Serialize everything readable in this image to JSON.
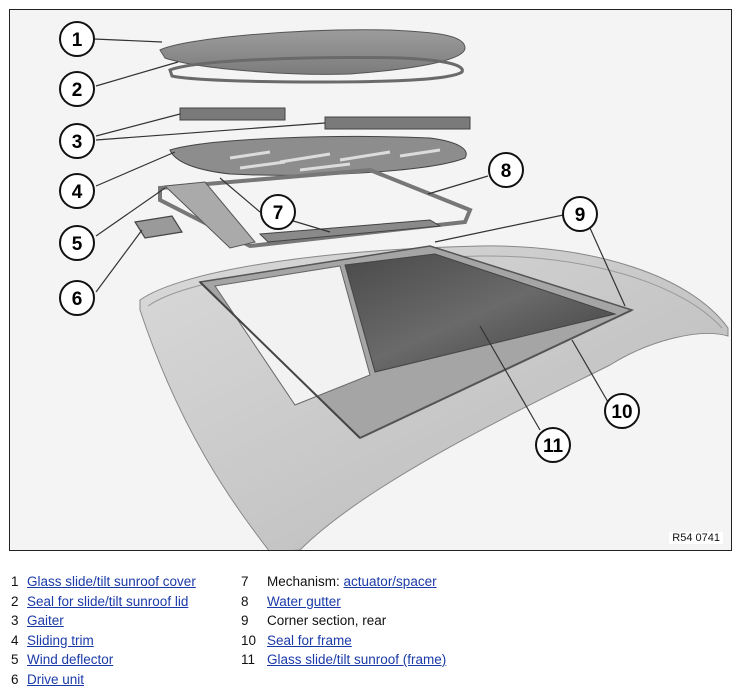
{
  "figure": {
    "ref_code": "R54 0741",
    "callouts": [
      "1",
      "2",
      "3",
      "4",
      "5",
      "6",
      "7",
      "8",
      "9",
      "10",
      "11"
    ]
  },
  "legend": {
    "left": [
      {
        "num": "1",
        "text": "Glass slide/tilt sunroof cover",
        "link": true
      },
      {
        "num": "2",
        "text": "Seal for slide/tilt sunroof lid",
        "link": true
      },
      {
        "num": "3",
        "text": "Gaiter",
        "link": true
      },
      {
        "num": "4",
        "text": "Sliding trim",
        "link": true
      },
      {
        "num": "5",
        "text": "Wind deflector",
        "link": true
      },
      {
        "num": "6",
        "text": "Drive unit",
        "link": true
      }
    ],
    "right": [
      {
        "num": "7",
        "prefix": "Mechanism: ",
        "text": "actuator/spacer",
        "link": true
      },
      {
        "num": "8",
        "text": "Water gutter",
        "link": true
      },
      {
        "num": "9",
        "text": "Corner section, rear",
        "link": false
      },
      {
        "num": "10",
        "text": "Seal for frame",
        "link": true
      },
      {
        "num": "11",
        "text": "Glass slide/tilt sunroof (frame)",
        "link": true
      }
    ]
  }
}
